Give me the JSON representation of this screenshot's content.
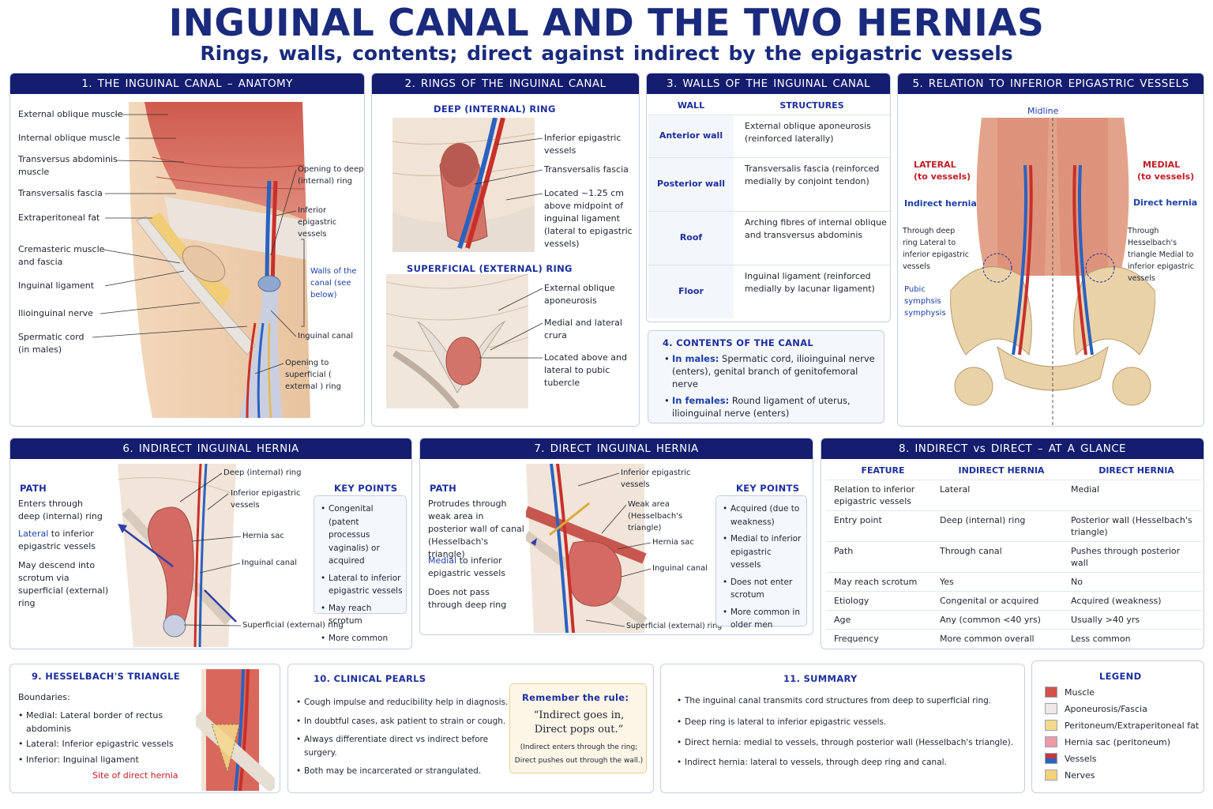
{
  "title": "INGUINAL CANAL AND THE TWO HERNIAS",
  "subtitle": "Rings, walls, contents; direct against indirect by the epigastric vessels",
  "p1": {
    "header": "1. THE INGUINAL CANAL – ANATOMY",
    "left_labels": [
      "External oblique muscle",
      "Internal oblique muscle",
      "Transversus abdominis muscle",
      "Transversalis fascia",
      "Extraperitoneal fat",
      "Cremasteric muscle and fascia",
      "Inguinal ligament",
      "Ilioinguinal nerve",
      "Spermatic cord (in males)"
    ],
    "right_labels": [
      "Opening to deep (internal) ring",
      "Inferior epigastric vessels",
      "Walls of the canal (see below)",
      "Inguinal canal",
      "Opening to superficial ( external ) ring"
    ]
  },
  "p2": {
    "header": "2. RINGS OF THE INGUINAL CANAL",
    "deep_title": "DEEP (INTERNAL) RING",
    "deep_labels": [
      "Inferior epigastric vessels",
      "Transversalis fascia",
      "Located ~1.25 cm above midpoint of inguinal ligament (lateral to epigastric vessels)"
    ],
    "sup_title": "SUPERFICIAL (EXTERNAL) RING",
    "sup_labels": [
      "External oblique aponeurosis",
      "Medial and lateral crura",
      "Located above and lateral to pubic tubercle"
    ]
  },
  "p3": {
    "header": "3. WALLS OF THE INGUINAL CANAL",
    "col_wall": "WALL",
    "col_struct": "STRUCTURES",
    "rows": [
      {
        "wall": "Anterior wall",
        "structures": "External oblique aponeurosis (reinforced laterally)"
      },
      {
        "wall": "Posterior wall",
        "structures": "Transversalis fascia (reinforced medially by conjoint tendon)"
      },
      {
        "wall": "Roof",
        "structures": "Arching fibres of internal oblique and transversus abdominis"
      },
      {
        "wall": "Floor",
        "structures": "Inguinal ligament (reinforced medially by lacunar ligament)"
      }
    ]
  },
  "p4": {
    "header": "4. CONTENTS OF THE CANAL",
    "males_label": "In males:",
    "males_text": " Spermatic cord, ilioinguinal nerve (enters), genital branch of genitofemoral nerve",
    "females_label": "In females:",
    "females_text": " Round ligament of uterus, ilioinguinal nerve (enters)"
  },
  "p5": {
    "header": "5. RELATION TO INFERIOR EPIGASTRIC VESSELS",
    "midline": "Midline",
    "lateral": "LATERAL",
    "lateral_sub": "(to vessels)",
    "medial": "MEDIAL",
    "medial_sub": "(to vessels)",
    "indirect": "Indirect hernia",
    "indirect_desc": "Through deep ring Lateral to inferior epigastric vessels",
    "direct": "Direct hernia",
    "direct_desc": "Through Hesselbach's triangle Medial to inferior epigastric vessels",
    "pubic": "Pubic symphsis symphysis"
  },
  "p6": {
    "header": "6. INDIRECT INGUINAL HERNIA",
    "path_title": "PATH",
    "path_1": "Enters through deep (internal) ring",
    "path_2a": "Lateral",
    "path_2b": " to inferior epigastric vessels",
    "path_3": "May descend into scrotum via superficial (external) ring",
    "labels": [
      "Deep (internal) ring",
      "Inferior epigastric vessels",
      "Hernia sac",
      "Inguinal canal",
      "Superficial (external) ring"
    ],
    "key_title": "KEY POINTS",
    "key_points": [
      "Congenital (patent processus vaginalis) or acquired",
      "Lateral to inferior epigastric vessels",
      "May reach scrotum",
      "More common"
    ]
  },
  "p7": {
    "header": "7. DIRECT INGUINAL HERNIA",
    "path_title": "PATH",
    "path_1": "Protrudes through weak area in posterior wall of canal (Hesselbach's triangle)",
    "path_2a": "Medial",
    "path_2b": " to inferior epigastric vessels",
    "path_3": "Does not pass through deep ring",
    "labels": [
      "Inferior epigastric vessels",
      "Weak area (Hesselbach's triangle)",
      "Hernia sac",
      "Inguinal canal",
      "Superficial (external) ring"
    ],
    "key_title": "KEY POINTS",
    "key_points": [
      "Acquired (due to weakness)",
      "Medial to inferior epigastric vessels",
      "Does not enter scrotum",
      "More common in older men"
    ]
  },
  "p8": {
    "header": "8. INDIRECT vs DIRECT – AT A GLANCE",
    "cols": [
      "FEATURE",
      "INDIRECT HERNIA",
      "DIRECT HERNIA"
    ],
    "rows": [
      [
        "Relation to inferior epigastric vessels",
        "Lateral",
        "Medial"
      ],
      [
        "Entry point",
        "Deep (internal) ring",
        "Posterior wall (Hesselbach's triangle)"
      ],
      [
        "Path",
        "Through canal",
        "Pushes through posterior wall"
      ],
      [
        "May reach scrotum",
        "Yes",
        "No"
      ],
      [
        "Etiology",
        "Congenital or acquired",
        "Acquired (weakness)"
      ],
      [
        "Age",
        "Any (common <40 yrs)",
        "Usually >40 yrs"
      ],
      [
        "Frequency",
        "More common overall",
        "Less common"
      ]
    ]
  },
  "p9": {
    "header": "9. HESSELBACH'S TRIANGLE",
    "boundaries": "Boundaries:",
    "items": [
      "Medial: Lateral border of rectus abdominis",
      "Lateral: Inferior epigastric vessels",
      "Inferior: Inguinal ligament"
    ],
    "site": "Site of direct hernia"
  },
  "p10": {
    "header": "10. CLINICAL PEARLS",
    "items": [
      "Cough impulse and reducibility help in diagnosis.",
      "In doubtful cases, ask patient to strain or cough.",
      "Always differentiate direct vs indirect before surgery.",
      "Both may be incarcerated or strangulated."
    ],
    "rule_title": "Remember the rule:",
    "rule_quote": "“Indirect goes in, Direct pops out.”",
    "rule_note": "(Indirect enters through the ring; Direct pushes out through the wall.)"
  },
  "p11": {
    "header": "11. SUMMARY",
    "items": [
      "The inguinal canal transmits cord structures from deep to superficial ring.",
      "Deep ring is lateral to inferior epigastric vessels.",
      "Direct hernia: medial to vessels, through posterior wall (Hesselbach's triangle).",
      "Indirect hernia: lateral to vessels, through deep ring and canal."
    ]
  },
  "legend": {
    "title": "LEGEND",
    "items": [
      {
        "label": "Muscle",
        "color": "#d2524a"
      },
      {
        "label": "Aponeurosis/Fascia",
        "color": "#efe8e4"
      },
      {
        "label": "Peritoneum/Extraperitoneal fat",
        "color": "#f6d88a"
      },
      {
        "label": "Hernia sac (peritoneum)",
        "color": "#ee9aa4"
      },
      {
        "label": "Vessels",
        "color": "#c33a3a"
      },
      {
        "label": "Nerves",
        "color": "#f3d27a"
      }
    ]
  }
}
